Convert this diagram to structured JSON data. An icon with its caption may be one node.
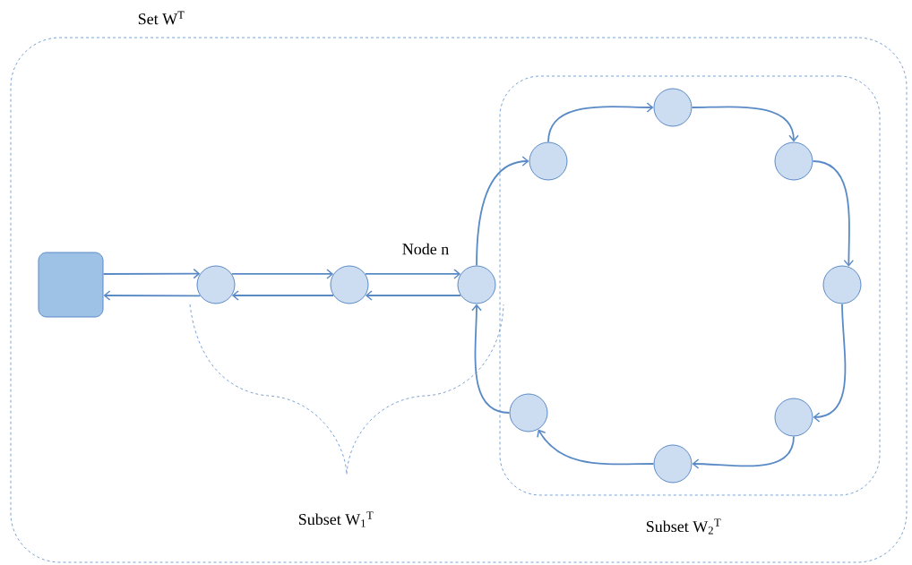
{
  "diagram": {
    "nodes": [
      {
        "text": [
          "Set W$^{T}$"
        ]
      },
      {
        "text": [
          "Subset W$_{2}$$^{T}$"
        ],
        "in": 0
      },
      {
        "text": [],
        "shape": "box",
        "in": 0
      },
      {
        "text": [],
        "shape": "circle",
        "in": 0
      },
      {
        "text": [],
        "shape": "circle",
        "in": 0
      },
      {
        "text": [],
        "shape": "circle",
        "in": 0,
        "beside": [
          "Node n"
        ]
      },
      {
        "text": [],
        "shape": "circle",
        "in": 1
      },
      {
        "text": [],
        "shape": "circle",
        "in": 1
      },
      {
        "text": [],
        "shape": "circle",
        "in": 1
      },
      {
        "text": [],
        "shape": "circle",
        "in": 1
      },
      {
        "text": [],
        "shape": "circle",
        "in": 1
      },
      {
        "text": [],
        "shape": "circle",
        "in": 1
      },
      {
        "text": [],
        "shape": "circle",
        "in": 1
      }
    ],
    "edges": [
      {
        "from": 2,
        "to": 3,
        "arrow": "to"
      },
      {
        "from": 3,
        "to": 2,
        "arrow": "to"
      },
      {
        "from": 3,
        "to": 4,
        "arrow": "to"
      },
      {
        "from": 4,
        "to": 3,
        "arrow": "to"
      },
      {
        "from": 4,
        "to": 5,
        "arrow": "to"
      },
      {
        "from": 5,
        "to": 4,
        "arrow": "to"
      },
      {
        "from": 5,
        "to": 6,
        "arrow": "to"
      },
      {
        "from": 6,
        "to": 7,
        "arrow": "to"
      },
      {
        "from": 7,
        "to": 8,
        "arrow": "to"
      },
      {
        "from": 8,
        "to": 9,
        "arrow": "to"
      },
      {
        "from": 9,
        "to": 10,
        "arrow": "to"
      },
      {
        "from": 10,
        "to": 11,
        "arrow": "to"
      },
      {
        "from": 11,
        "to": 12,
        "arrow": "to"
      },
      {
        "from": 12,
        "to": 5,
        "arrow": "to"
      }
    ],
    "labels": [
      "Subset W$_{1}$$^{T}$"
    ]
  }
}
